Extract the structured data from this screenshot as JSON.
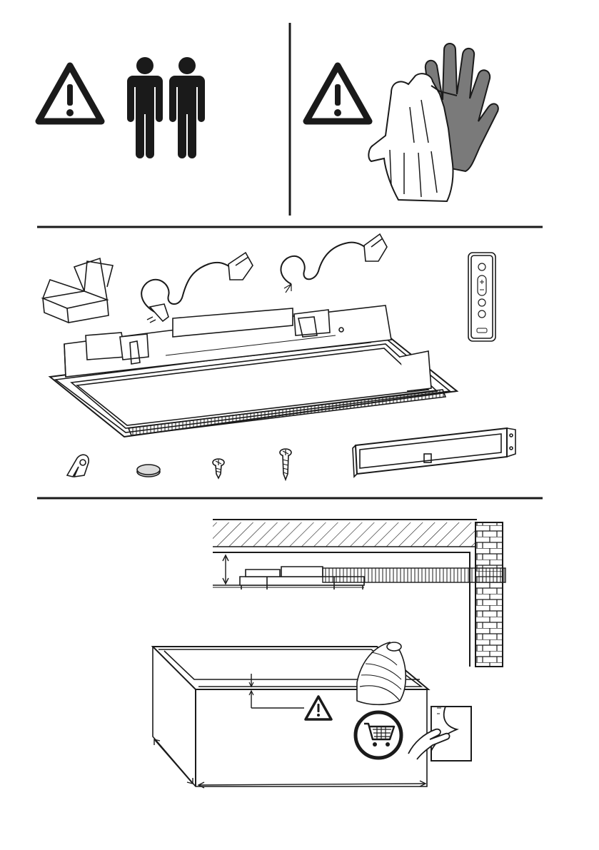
{
  "page": {
    "background": "#ffffff",
    "ink": "#1a1a1a",
    "glove_grey": "#7a7a7a"
  },
  "sections": {
    "safety": {
      "warnings": [
        {
          "icon": "warning-triangle-icon",
          "companion_icon": "two-persons-icon"
        },
        {
          "icon": "warning-triangle-icon",
          "companion_icon": "protective-gloves-icon"
        }
      ]
    },
    "package_contents": {
      "items": [
        "cardboard-box-icon",
        "power-cord-with-plug-icon",
        "power-cord-with-bare-wires-icon",
        "remote-control-icon",
        "hood-unit-icon",
        "mounting-clip-icon",
        "adhesive-pad-icon",
        "short-screw-icon",
        "long-screw-icon",
        "bracket-channel-icon"
      ],
      "remote_buttons": [
        "power",
        "plus",
        "minus",
        "light",
        "timer"
      ]
    },
    "installation": {
      "figures": [
        "ceiling-section-view",
        "false-ceiling-cutout-view"
      ],
      "icons": [
        "warning-triangle-icon",
        "shopping-cart-icon",
        "peel-film-icon"
      ]
    }
  }
}
